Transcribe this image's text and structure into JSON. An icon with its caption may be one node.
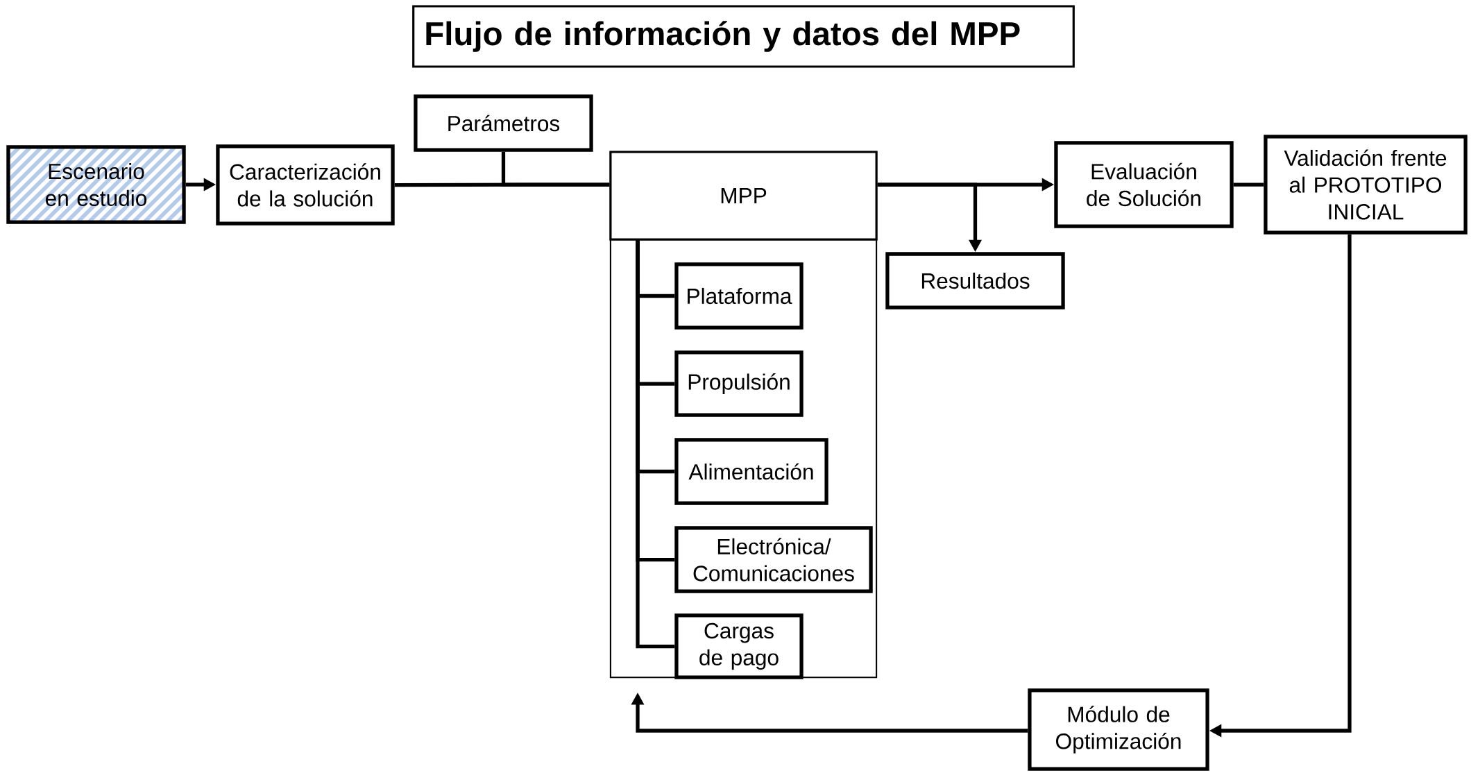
{
  "diagram": {
    "title": "Flujo de información y datos del MPP",
    "nodes": [
      {
        "text": [
          "Escenario en estudio"
        ]
      },
      {
        "text": [
          "Caracterización de la solución"
        ]
      },
      {
        "text": [
          "Parámetros"
        ]
      },
      {
        "text": [
          "MPP"
        ]
      },
      {
        "text": [
          "Plataforma"
        ],
        "in": 3
      },
      {
        "text": [
          "Propulsión"
        ],
        "in": 3
      },
      {
        "text": [
          "Alimentación"
        ],
        "in": 3
      },
      {
        "text": [
          "Electrónica/ Comunicaciones"
        ],
        "in": 3
      },
      {
        "text": [
          "Cargas de pago"
        ],
        "in": 3
      },
      {
        "text": [
          "Resultados"
        ]
      },
      {
        "text": [
          "Evaluación de Solución"
        ]
      },
      {
        "text": [
          "Validación frente al PROTOTIPO INICIAL"
        ]
      },
      {
        "text": [
          "Módulo de Optimización"
        ]
      }
    ],
    "edges": [
      {
        "from": 0,
        "to": 1,
        "arrow": "to"
      },
      {
        "from": 1,
        "to": 3,
        "arrow": "none"
      },
      {
        "from": 2,
        "to": 3,
        "arrow": "none"
      },
      {
        "from": 3,
        "to": 10,
        "arrow": "to"
      },
      {
        "from": 3,
        "to": 9,
        "arrow": "to"
      },
      {
        "from": 10,
        "to": 11,
        "arrow": "none"
      },
      {
        "from": 11,
        "to": 12,
        "arrow": "to"
      },
      {
        "from": 12,
        "to": 3,
        "arrow": "to"
      },
      {
        "from": 3,
        "to": 4,
        "arrow": "none"
      },
      {
        "from": 3,
        "to": 5,
        "arrow": "none"
      },
      {
        "from": 3,
        "to": 6,
        "arrow": "none"
      },
      {
        "from": 3,
        "to": 7,
        "arrow": "none"
      },
      {
        "from": 3,
        "to": 8,
        "arrow": "none"
      }
    ]
  }
}
